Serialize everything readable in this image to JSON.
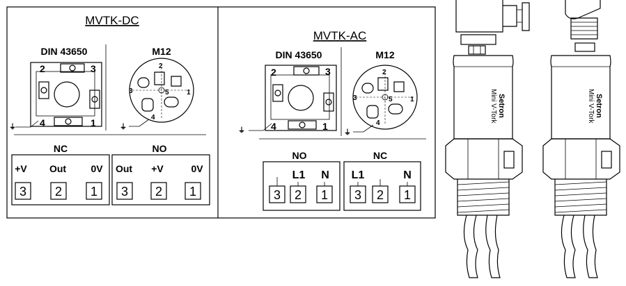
{
  "dc": {
    "title": "MVTK-DC",
    "din_label": "DIN 43650",
    "m12_label": "M12",
    "din_pins": [
      "2",
      "3",
      "4",
      "1"
    ],
    "m12_pins": [
      "2",
      "3",
      "5",
      "1",
      "4"
    ],
    "ground_symbol": "⏚",
    "terminals": [
      {
        "heading": "NC",
        "labels": [
          "+V",
          "Out",
          "0V"
        ],
        "numbers": [
          "3",
          "2",
          "1"
        ]
      },
      {
        "heading": "NO",
        "labels": [
          "Out",
          "+V",
          "0V"
        ],
        "numbers": [
          "3",
          "2",
          "1"
        ]
      }
    ]
  },
  "ac": {
    "title": "MVTK-AC",
    "din_label": "DIN 43650",
    "m12_label": "M12",
    "din_pins": [
      "2",
      "3",
      "4",
      "1"
    ],
    "m12_pins": [
      "2",
      "3",
      "5",
      "1",
      "4"
    ],
    "ground_symbol": "⏚",
    "terminals": [
      {
        "heading": "NO",
        "labels": [
          "L1",
          "N"
        ],
        "numbers": [
          "3",
          "2",
          "1"
        ]
      },
      {
        "heading": "NC",
        "labels": [
          "L1",
          "N"
        ],
        "numbers": [
          "3",
          "2",
          "1"
        ]
      }
    ]
  },
  "product": {
    "brand": "Setron",
    "model": "Mini V-Tork"
  }
}
